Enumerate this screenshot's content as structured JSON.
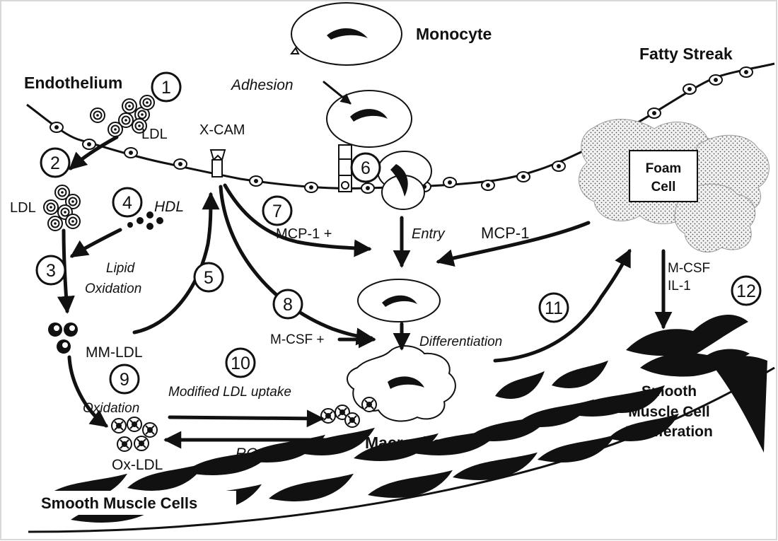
{
  "labels": {
    "endothelium": "Endothelium",
    "monocyte": "Monocyte",
    "fatty_streak": "Fatty Streak",
    "adhesion": "Adhesion",
    "ldl_top": "LDL",
    "x_cam": "X-CAM",
    "ldl_left": "LDL",
    "hdl": "HDL",
    "lipid": "Lipid",
    "oxidation_lipid": "Oxidation",
    "mcp1_left": "MCP-1  +",
    "entry": "Entry",
    "mcp1_right": "MCP-1",
    "mm_ldl": "MM-LDL",
    "m_csf_left": "M-CSF  +",
    "differentiation": "Differentiation",
    "m_csf_right": "M-CSF",
    "il1": "IL-1",
    "modified_uptake": "Modified LDL uptake",
    "oxidation_9": "Oxidation",
    "ox_ldl": "Ox-LDL",
    "ros": "ROS",
    "macrophage": "Macrophage",
    "smc_prolif_1": "Smooth",
    "smc_prolif_2": "Muscle Cell",
    "smc_prolif_3": "Proliferation",
    "smooth_muscle_cells": "Smooth Muscle  Cells",
    "foam_1": "Foam",
    "foam_2": "Cell"
  },
  "steps": [
    "1",
    "2",
    "3",
    "4",
    "5",
    "6",
    "7",
    "8",
    "9",
    "10",
    "11",
    "12"
  ],
  "colors": {
    "ink": "#111111",
    "paper": "#ffffff",
    "foam_fill": "#d6d6d6"
  }
}
